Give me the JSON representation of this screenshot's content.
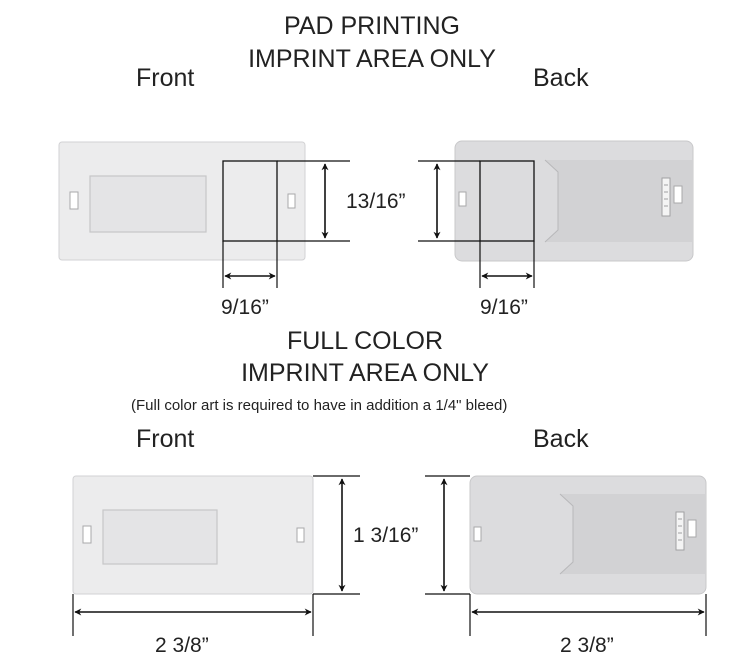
{
  "pad_printing": {
    "title_line1": "PAD PRINTING",
    "title_line2": "IMPRINT AREA ONLY",
    "front_label": "Front",
    "back_label": "Back",
    "height_dim": "13/16”",
    "front_width_dim": "9/16”",
    "back_width_dim": "9/16”"
  },
  "full_color": {
    "title_line1": "FULL COLOR",
    "title_line2": "IMPRINT AREA ONLY",
    "note": "(Full color art is required to have in addition  a 1/4\" bleed)",
    "front_label": "Front",
    "back_label": "Back",
    "height_dim": "1 3/16”",
    "front_width_dim": "2 3/8”",
    "back_width_dim": "2 3/8”"
  },
  "colors": {
    "card_front": "#ececed",
    "card_back": "#dcdcde",
    "line": "#111111"
  }
}
